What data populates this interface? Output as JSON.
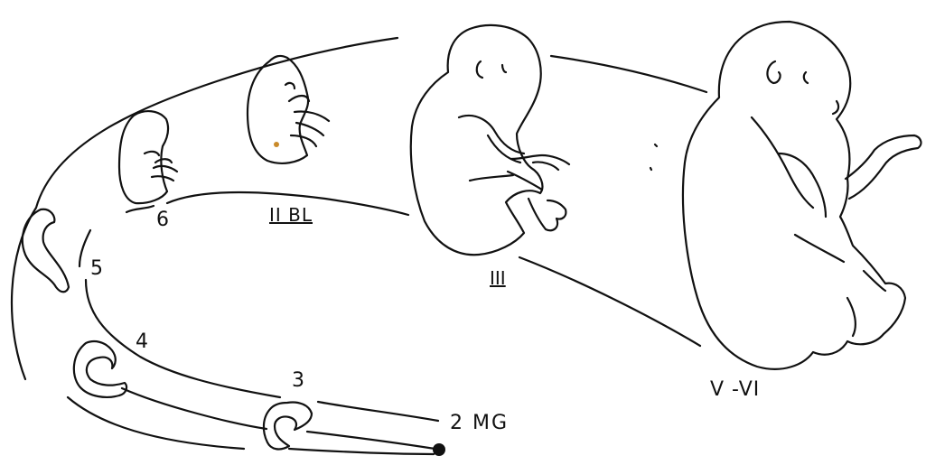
{
  "labels": {
    "stage_2mg": "2 MG",
    "stage_3": "3",
    "stage_4": "4",
    "stage_5": "5",
    "stage_6": "6",
    "stage_2bl": "II BL",
    "stage_3_roman": "III",
    "stage_5_6": "V -VI"
  },
  "colors": {
    "ink": "#111111",
    "background": "#ffffff",
    "speck": "#c98a2a"
  }
}
